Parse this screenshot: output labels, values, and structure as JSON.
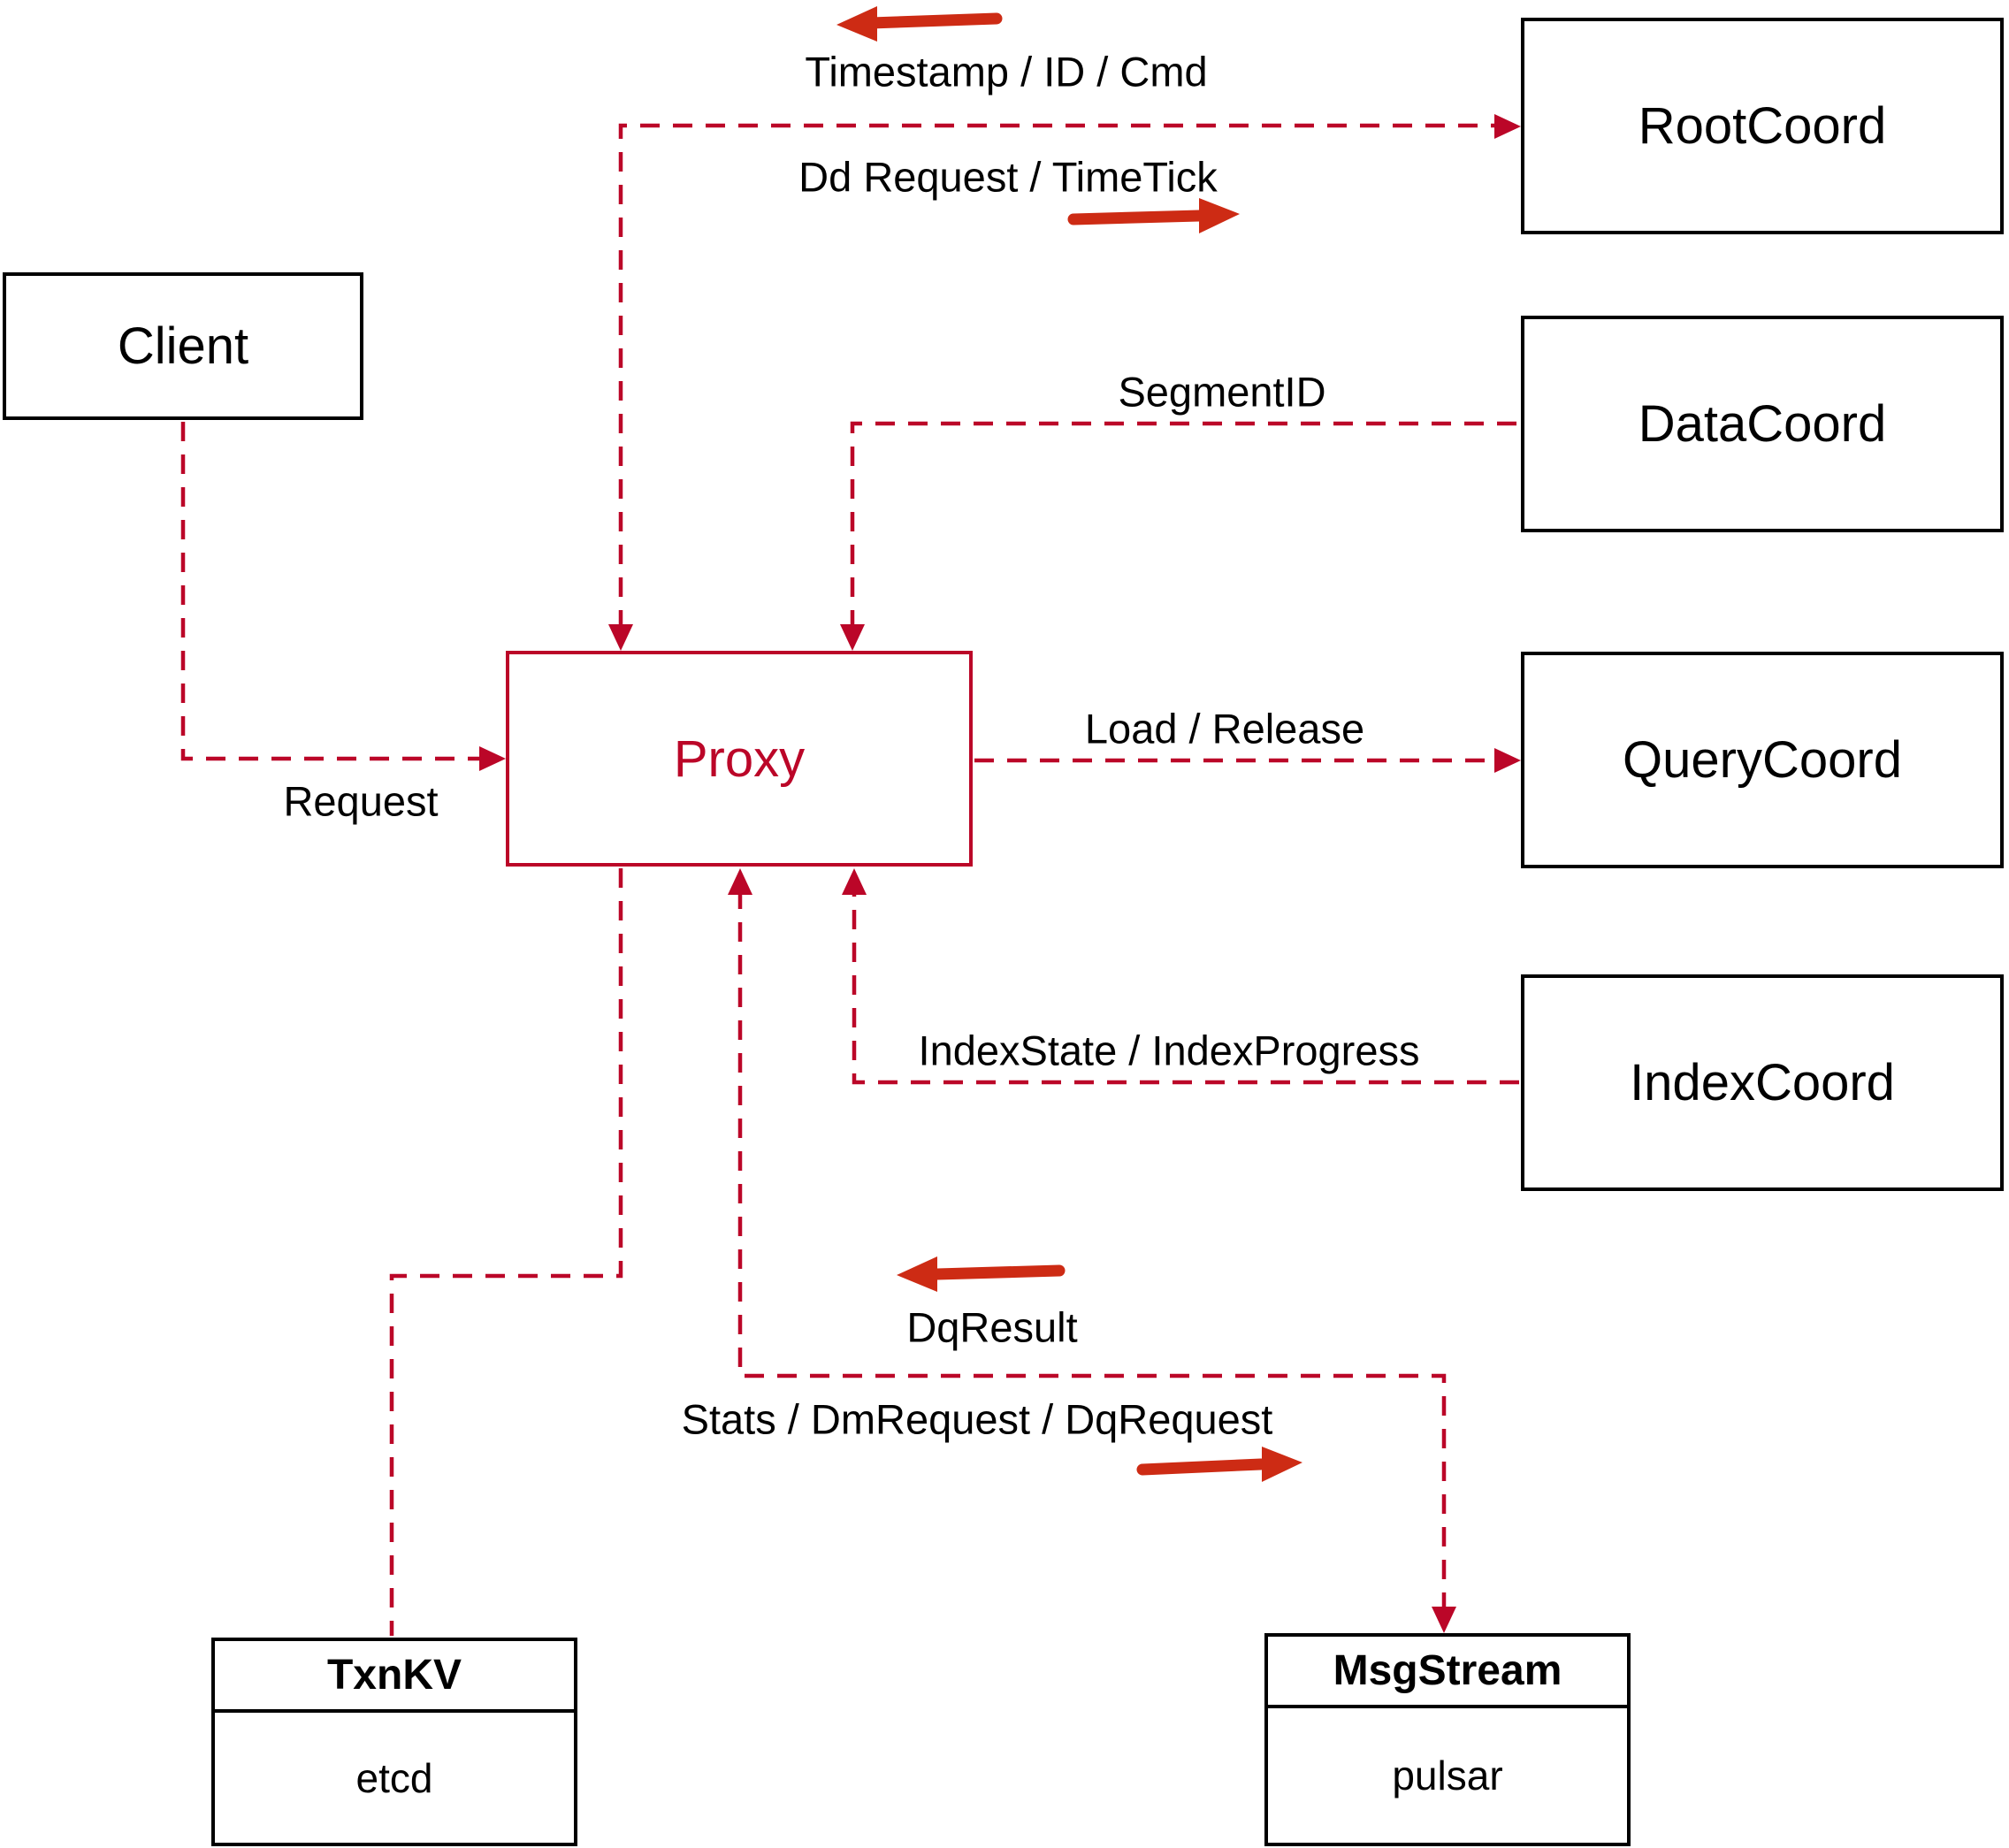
{
  "colors": {
    "dashed_line": "#bb0628",
    "solid_arrow": "#cd2b14",
    "box_border": "#000000",
    "text": "#000000",
    "background": "#ffffff"
  },
  "nodes": {
    "client": {
      "label": "Client"
    },
    "proxy": {
      "label": "Proxy"
    },
    "rootcoord": {
      "label": "RootCoord"
    },
    "datacoord": {
      "label": "DataCoord"
    },
    "querycoord": {
      "label": "QueryCoord"
    },
    "indexcoord": {
      "label": "IndexCoord"
    },
    "txnkv": {
      "title": "TxnKV",
      "body": "etcd"
    },
    "msgstream": {
      "title": "MsgStream",
      "body": "pulsar"
    }
  },
  "edge_labels": {
    "timestamp_id_cmd": "Timestamp / ID / Cmd",
    "dd_request_timetick": "Dd Request / TimeTick",
    "segment_id": "SegmentID",
    "request": "Request",
    "load_release": "Load / Release",
    "index_state_progress": "IndexState / IndexProgress",
    "dq_result": "DqResult",
    "stats_dm_dq": "Stats / DmRequest / DqRequest"
  }
}
